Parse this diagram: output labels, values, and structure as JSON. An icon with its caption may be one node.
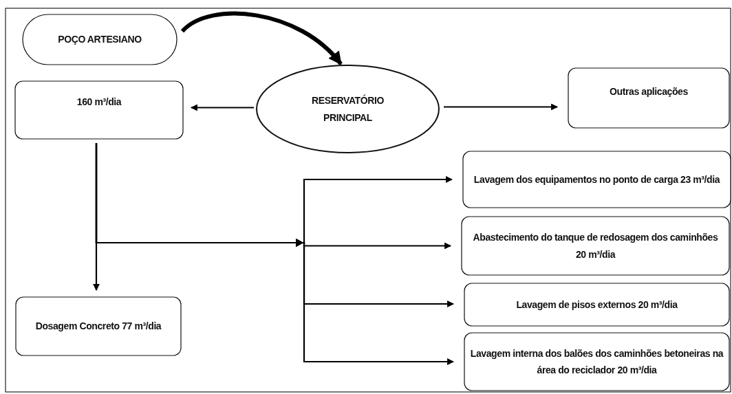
{
  "diagram": {
    "nodes": [
      {
        "text": [
          "POÇO ARTESIANO"
        ]
      },
      {
        "text": [
          "160 m³/dia"
        ]
      },
      {
        "text": [
          "RESERVATÓRIO PRINCIPAL"
        ]
      },
      {
        "text": [
          "Outras aplicações"
        ]
      },
      {
        "text": [
          "Lavagem dos equipamentos no ponto de carga 23 m³/dia"
        ]
      },
      {
        "text": [
          "Abastecimento do tanque de redosagem dos caminhões 20  m³/dia"
        ]
      },
      {
        "text": [
          "Lavagem de pisos externos 20  m³/dia"
        ]
      },
      {
        "text": [
          "Dosagem Concreto 77 m³/dia"
        ]
      },
      {
        "text": [
          "Lavagem interna dos balões dos caminhões betoneiras na área do reciclador 20  m³/dia"
        ]
      }
    ],
    "edges": [
      {
        "from": 0,
        "to": 2,
        "arrow": "to",
        "style": "thick"
      },
      {
        "from": 2,
        "to": 1,
        "arrow": "to"
      },
      {
        "from": 2,
        "to": 3,
        "arrow": "to"
      },
      {
        "from": 1,
        "to": 7,
        "arrow": "to"
      },
      {
        "from": 1,
        "to": 4,
        "arrow": "to"
      },
      {
        "from": 1,
        "to": 5,
        "arrow": "to"
      },
      {
        "from": 1,
        "to": 6,
        "arrow": "to"
      },
      {
        "from": 1,
        "to": 8,
        "arrow": "to"
      }
    ]
  }
}
